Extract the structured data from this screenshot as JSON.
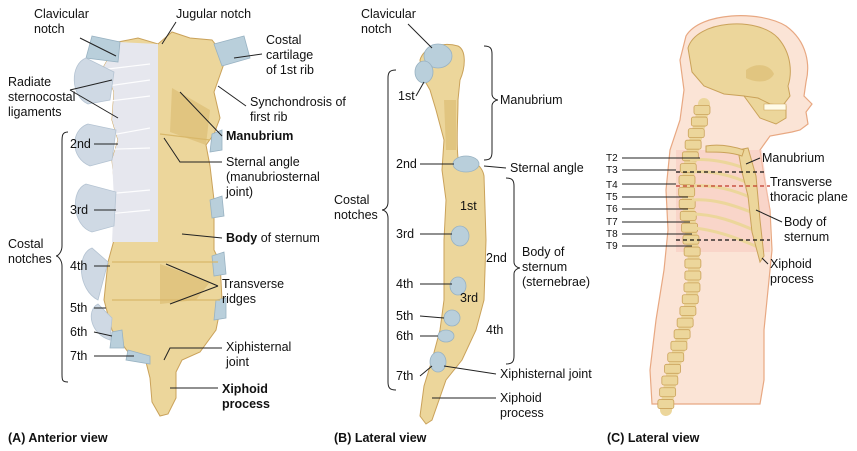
{
  "colors": {
    "bone": "#ecd69b",
    "bone_shade": "#d9b86a",
    "cartilage": "#b9cfdb",
    "ligament": "#e6e7ee",
    "skin": "#fbe4d6",
    "skin_edge": "#e8a882",
    "bone_outline": "#caa25a",
    "plane_line": "#c0392b"
  },
  "panel_a": {
    "caption": "(A)  Anterior view",
    "labels": {
      "clavicular_notch": [
        "Clavicular",
        "notch"
      ],
      "jugular_notch": "Jugular notch",
      "costal_cartilage": [
        "Costal",
        "cartilage",
        "of 1st rib"
      ],
      "radiate_ligaments": [
        "Radiate",
        "sternocostal",
        "ligaments"
      ],
      "synchondrosis": [
        "Synchondrosis of",
        "first rib"
      ],
      "manubrium": "Manubrium",
      "sternal_angle": [
        "Sternal angle",
        "(manubriosternal",
        "joint)"
      ],
      "body_bold": "Body",
      "body_rest": " of sternum",
      "transverse_ridges": [
        "Transverse",
        "ridges"
      ],
      "costal_notches": [
        "Costal",
        "notches"
      ],
      "notch_2": "2nd",
      "notch_3": "3rd",
      "notch_4": "4th",
      "notch_5": "5th",
      "notch_6": "6th",
      "notch_7": "7th",
      "xiphisternal_joint": [
        "Xiphisternal",
        "joint"
      ],
      "xiphoid_process": [
        "Xiphoid",
        "process"
      ]
    }
  },
  "panel_b": {
    "caption": "(B)  Lateral view",
    "labels": {
      "clavicular_notch": [
        "Clavicular",
        "notch"
      ],
      "manubrium": "Manubrium",
      "sternal_angle": "Sternal angle",
      "costal_notches": [
        "Costal",
        "notches"
      ],
      "n_1st": "1st",
      "n_2nd": "2nd",
      "n_3rd": "3rd",
      "n_4th": "4th",
      "n_5th": "5th",
      "n_6th": "6th",
      "n_7th": "7th",
      "s_1st": "1st",
      "s_2nd": "2nd",
      "s_3rd": "3rd",
      "s_4th": "4th",
      "body": [
        "Body of",
        "sternum",
        "(sternebrae)"
      ],
      "xiphisternal_joint": "Xiphisternal joint",
      "xiphoid_process": [
        "Xiphoid",
        "process"
      ]
    }
  },
  "panel_c": {
    "caption": "(C)  Lateral view",
    "labels": {
      "t2": "T2",
      "t3": "T3",
      "t4": "T4",
      "t5": "T5",
      "t6": "T6",
      "t7": "T7",
      "t8": "T8",
      "t9": "T9",
      "manubrium": "Manubrium",
      "transverse_plane": [
        "Transverse",
        "thoracic plane"
      ],
      "body": [
        "Body of",
        "sternum"
      ],
      "xiphoid": [
        "Xiphoid",
        "process"
      ]
    }
  }
}
